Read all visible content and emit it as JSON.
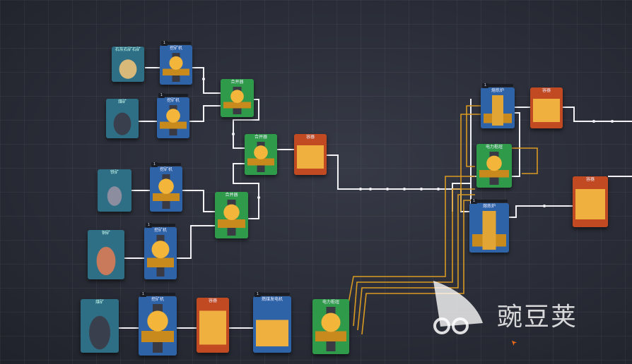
{
  "cards": [
    {
      "id": "res-stone",
      "kind": "res",
      "art": "rock",
      "label": "石灰石矿石矿",
      "lvl": ""
    },
    {
      "id": "miner-1",
      "kind": "blue",
      "art": "mach",
      "label": "挖矿机",
      "lvl": "1"
    },
    {
      "id": "res-coal-1",
      "kind": "res",
      "art": "coal",
      "label": "煤矿",
      "lvl": ""
    },
    {
      "id": "miner-2",
      "kind": "blue",
      "art": "mach",
      "label": "挖矿机",
      "lvl": "1"
    },
    {
      "id": "merger-1",
      "kind": "green",
      "art": "mach",
      "label": "合并器",
      "lvl": ""
    },
    {
      "id": "merger-2",
      "kind": "green",
      "art": "mach",
      "label": "合并器",
      "lvl": ""
    },
    {
      "id": "storage-1",
      "kind": "orange",
      "art": "storage",
      "label": "容器",
      "lvl": ""
    },
    {
      "id": "res-iron",
      "kind": "res",
      "art": "iron",
      "label": "铁矿",
      "lvl": ""
    },
    {
      "id": "miner-3",
      "kind": "blue",
      "art": "mach",
      "label": "挖矿机",
      "lvl": "1"
    },
    {
      "id": "merger-3",
      "kind": "green",
      "art": "mach",
      "label": "合并器",
      "lvl": ""
    },
    {
      "id": "res-copper",
      "kind": "res",
      "art": "copper",
      "label": "铜矿",
      "lvl": ""
    },
    {
      "id": "miner-4",
      "kind": "blue",
      "art": "mach",
      "label": "挖矿机",
      "lvl": "1"
    },
    {
      "id": "res-coal-2",
      "kind": "res",
      "art": "coal",
      "label": "煤矿",
      "lvl": ""
    },
    {
      "id": "miner-5",
      "kind": "blue",
      "art": "mach",
      "label": "挖矿机",
      "lvl": "1"
    },
    {
      "id": "storage-2",
      "kind": "orange",
      "art": "storage",
      "label": "容器",
      "lvl": ""
    },
    {
      "id": "coal-gen",
      "kind": "blue",
      "art": "gen",
      "label": "燃煤发电机",
      "lvl": "1"
    },
    {
      "id": "power-1",
      "kind": "green",
      "art": "mach",
      "label": "电力枢纽",
      "lvl": ""
    },
    {
      "id": "smelter-1",
      "kind": "blue",
      "art": "furn",
      "label": "熔炼炉",
      "lvl": "1"
    },
    {
      "id": "storage-3",
      "kind": "orange",
      "art": "storage",
      "label": "容器",
      "lvl": ""
    },
    {
      "id": "power-2",
      "kind": "green",
      "art": "mach",
      "label": "电力枢纽",
      "lvl": ""
    },
    {
      "id": "smelter-2",
      "kind": "blue",
      "art": "furn",
      "label": "熔炼炉",
      "lvl": "1"
    },
    {
      "id": "storage-4",
      "kind": "orange",
      "art": "storage",
      "label": "容器",
      "lvl": ""
    }
  ],
  "watermark": {
    "text": "豌豆荚"
  }
}
